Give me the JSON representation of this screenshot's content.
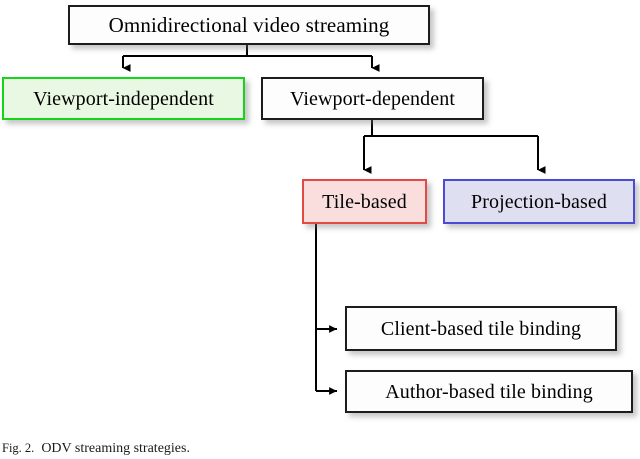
{
  "figure": {
    "caption_prefix": "Fig. 2.",
    "caption_text": "ODV streaming strategies.",
    "background": "#ffffff"
  },
  "nodes": {
    "root": {
      "label": "Omnidirectional video streaming",
      "fill": "#fdfdfd",
      "border": "#1d1d1d"
    },
    "viewport_independent": {
      "label": "Viewport-independent",
      "fill": "#e9f8e2",
      "border": "#18d418"
    },
    "viewport_dependent": {
      "label": "Viewport-dependent",
      "fill": "#fdfdfd",
      "border": "#1d1d1d"
    },
    "tile_based": {
      "label": "Tile-based",
      "fill": "#fadedd",
      "border": "#e24a46"
    },
    "projection_based": {
      "label": "Projection-based",
      "fill": "#dedff1",
      "border": "#4a4ad2"
    },
    "client_based_tile_binding": {
      "label": "Client-based tile binding",
      "fill": "#fdfdfd",
      "border": "#1d1d1d"
    },
    "author_based_tile_binding": {
      "label": "Author-based tile binding",
      "fill": "#fdfdfd",
      "border": "#1d1d1d"
    }
  },
  "edges": [
    {
      "from": "root",
      "to": "viewport_independent",
      "style": "elbow-down",
      "arrow": "down"
    },
    {
      "from": "root",
      "to": "viewport_dependent",
      "style": "elbow-down",
      "arrow": "down"
    },
    {
      "from": "viewport_dependent",
      "to": "tile_based",
      "style": "elbow-down",
      "arrow": "down"
    },
    {
      "from": "viewport_dependent",
      "to": "projection_based",
      "style": "elbow-down",
      "arrow": "down"
    },
    {
      "from": "tile_based",
      "to": "client_based_tile_binding",
      "style": "elbow-right",
      "arrow": "right"
    },
    {
      "from": "tile_based",
      "to": "author_based_tile_binding",
      "style": "elbow-right",
      "arrow": "right"
    }
  ],
  "style": {
    "edge_color": "#000000",
    "edge_width": 2,
    "shadow_color": "rgba(120,120,120,0.42)"
  }
}
